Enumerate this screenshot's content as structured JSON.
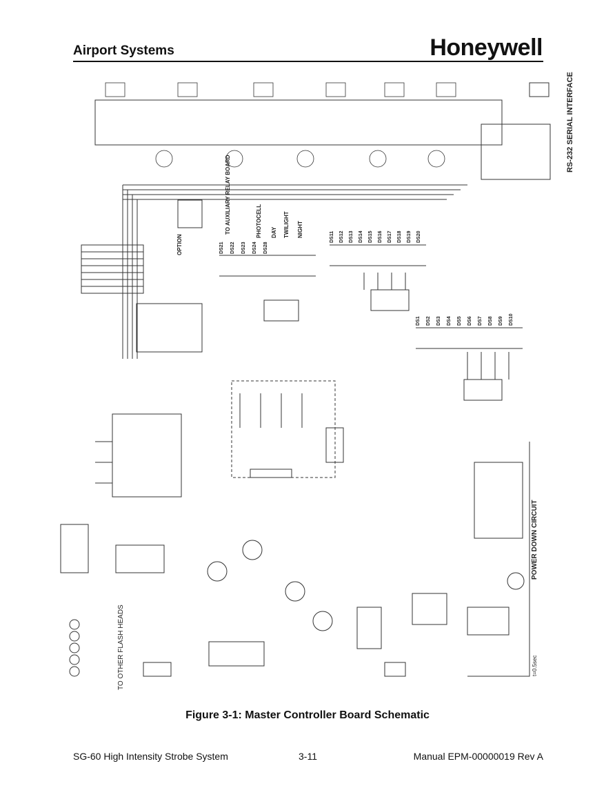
{
  "header": {
    "section_title": "Airport Systems",
    "brand": "Honeywell"
  },
  "schematic": {
    "labels": {
      "rs232": "RS-232 SERIAL INTERFACE",
      "aux_relay": "TO AUXILIARY RELAY BOARD",
      "photocell": "PHOTOCELL",
      "day": "DAY",
      "twilight": "TWILIGHT",
      "night": "NIGHT",
      "option": "OPTION",
      "power_down": "POWER DOWN CIRCUIT",
      "flash_heads": "TO OTHER FLASH HEADS",
      "t_value": "t=0.5sec"
    },
    "ds_group_a": [
      "DS11",
      "DS12",
      "DS13",
      "DS14",
      "DS15",
      "DS16",
      "DS17",
      "DS18",
      "DS19",
      "DS20"
    ],
    "ds_group_b": [
      "DS1",
      "DS2",
      "DS3",
      "DS4",
      "DS5",
      "DS6",
      "DS7",
      "DS8",
      "DS9",
      "DS10"
    ],
    "ds_group_c": [
      "DS21",
      "DS22",
      "DS23",
      "DS24",
      "DS28"
    ]
  },
  "caption": "Figure 3-1: Master Controller Board Schematic",
  "footer": {
    "left": "SG-60 High Intensity Strobe System",
    "center": "3-11",
    "right": "Manual EPM-00000019 Rev A"
  }
}
